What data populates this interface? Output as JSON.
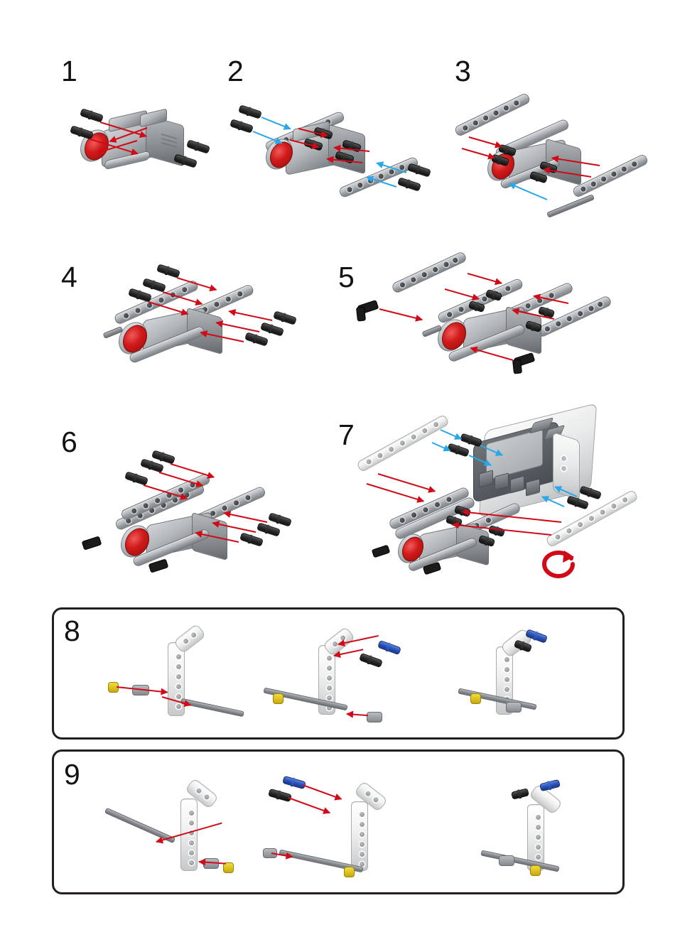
{
  "document": {
    "kind": "lego-building-instructions",
    "page_background": "#ffffff",
    "total_steps": 9
  },
  "palette": {
    "arrow_red": "#d10a17",
    "arrow_blue": "#2aa7e8",
    "box_border": "#231f20",
    "beam_gray": "#a9aeb2",
    "beam_white": "#f2f2f2",
    "pin_black": "#1a1a1a",
    "pin_blue": "#2b55c0",
    "pin_gray": "#9a9ea2",
    "bushing_yellow": "#ddc21e",
    "motor_red_hub": "#d11a1a",
    "brick_shell": "#e9eaeb",
    "step_number": "#121212"
  },
  "steps": [
    {
      "number": "1",
      "title": "Attach four black connector pins to the EV3 Large Motor",
      "parts": [
        {
          "name": "black-friction-pin",
          "label": "black pin",
          "count": 4
        },
        {
          "name": "ev3-large-motor",
          "label": "EV3 Large Motor",
          "count": 1
        }
      ],
      "arrows": {
        "red": 4,
        "blue": 0
      },
      "boxed": false
    },
    {
      "number": "2",
      "title": "Add two technic beams and two more black pins",
      "parts": [
        {
          "name": "technic-beam",
          "label": "technic beam",
          "count": 2
        },
        {
          "name": "black-friction-pin",
          "label": "black pin",
          "count": 4
        }
      ],
      "arrows": {
        "red": 2,
        "blue": 2
      },
      "boxed": false
    },
    {
      "number": "3",
      "title": "Attach two beams and slide in the gray axle",
      "parts": [
        {
          "name": "technic-beam",
          "label": "technic beam",
          "count": 2
        },
        {
          "name": "technic-axle",
          "label": "gray axle",
          "count": 1
        }
      ],
      "arrows": {
        "red": 4,
        "blue": 1
      },
      "boxed": false
    },
    {
      "number": "4",
      "title": "Insert six black connector pins",
      "parts": [
        {
          "name": "black-friction-pin",
          "label": "black pin",
          "count": 6
        }
      ],
      "arrows": {
        "red": 6,
        "blue": 0
      },
      "boxed": false
    },
    {
      "number": "5",
      "title": "Add two beams and two black angled connectors",
      "parts": [
        {
          "name": "technic-beam",
          "label": "technic beam",
          "count": 2
        },
        {
          "name": "black-angled-connector",
          "label": "black angle connector",
          "count": 2
        }
      ],
      "arrows": {
        "red": 6,
        "blue": 0
      },
      "boxed": false
    },
    {
      "number": "6",
      "title": "Insert six more black connector pins",
      "parts": [
        {
          "name": "black-friction-pin",
          "label": "black pin",
          "count": 6
        }
      ],
      "arrows": {
        "red": 6,
        "blue": 0
      },
      "boxed": false
    },
    {
      "number": "7",
      "title": "Mount the EV3 Brick with two white beams and four pins",
      "parts": [
        {
          "name": "ev3-programmable-brick",
          "label": "EV3 Brick",
          "count": 1
        },
        {
          "name": "technic-beam-white",
          "label": "white technic beam",
          "count": 2
        },
        {
          "name": "black-friction-pin",
          "label": "black pin",
          "count": 4
        }
      ],
      "arrows": {
        "red": 4,
        "blue": 6
      },
      "boxed": false,
      "rotate_hint": {
        "icon": "rotate-model-icon",
        "color": "#d10a17",
        "direction": "counter-clockwise"
      }
    },
    {
      "number": "8",
      "title": "Build the left curved beam sub-assembly",
      "boxed": true,
      "panels": [
        {
          "index": "8a",
          "parts": [
            {
              "name": "yellow-bushing",
              "label": "yellow bushing",
              "count": 1
            },
            {
              "name": "gray-bushing",
              "label": "gray bushing",
              "count": 1
            },
            {
              "name": "white-curved-beam",
              "label": "white curved beam",
              "count": 1
            },
            {
              "name": "technic-axle",
              "label": "gray axle",
              "count": 1
            }
          ],
          "arrows": {
            "red": 2,
            "blue": 0
          }
        },
        {
          "index": "8b",
          "parts": [
            {
              "name": "blue-pin",
              "label": "blue pin",
              "count": 1
            },
            {
              "name": "black-friction-pin",
              "label": "black pin",
              "count": 1
            },
            {
              "name": "gray-bushing",
              "label": "gray bushing",
              "count": 1
            }
          ],
          "arrows": {
            "red": 3,
            "blue": 0
          }
        },
        {
          "index": "8c",
          "parts": [
            {
              "name": "completed-sub-assembly",
              "label": "finished sub-assembly",
              "count": 1
            }
          ],
          "arrows": {
            "red": 0,
            "blue": 0
          }
        }
      ]
    },
    {
      "number": "9",
      "title": "Build the mirrored right curved beam sub-assembly",
      "boxed": true,
      "panels": [
        {
          "index": "9a",
          "parts": [
            {
              "name": "technic-axle",
              "label": "gray axle",
              "count": 1
            },
            {
              "name": "white-curved-beam",
              "label": "white curved beam",
              "count": 1
            },
            {
              "name": "gray-bushing",
              "label": "gray bushing",
              "count": 1
            },
            {
              "name": "yellow-bushing",
              "label": "yellow bushing",
              "count": 1
            }
          ],
          "arrows": {
            "red": 2,
            "blue": 0
          }
        },
        {
          "index": "9b",
          "parts": [
            {
              "name": "blue-pin",
              "label": "blue pin",
              "count": 1
            },
            {
              "name": "black-friction-pin",
              "label": "black pin",
              "count": 1
            },
            {
              "name": "gray-bushing",
              "label": "gray bushing",
              "count": 1
            }
          ],
          "arrows": {
            "red": 3,
            "blue": 0
          }
        },
        {
          "index": "9c",
          "parts": [
            {
              "name": "completed-sub-assembly",
              "label": "finished sub-assembly",
              "count": 1
            }
          ],
          "arrows": {
            "red": 0,
            "blue": 0
          }
        }
      ]
    }
  ]
}
